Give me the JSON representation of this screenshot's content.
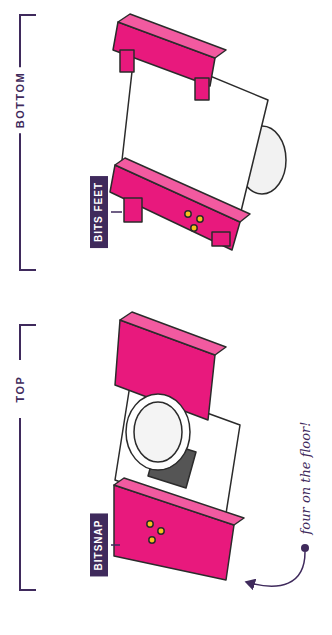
{
  "diagram": {
    "nodes": [
      {
        "text": [
          "BITS FEET"
        ]
      },
      {
        "text": [
          "BITSNAP"
        ]
      }
    ],
    "labels": [
      "BOTTOM",
      "TOP",
      "four on the floor!"
    ]
  }
}
